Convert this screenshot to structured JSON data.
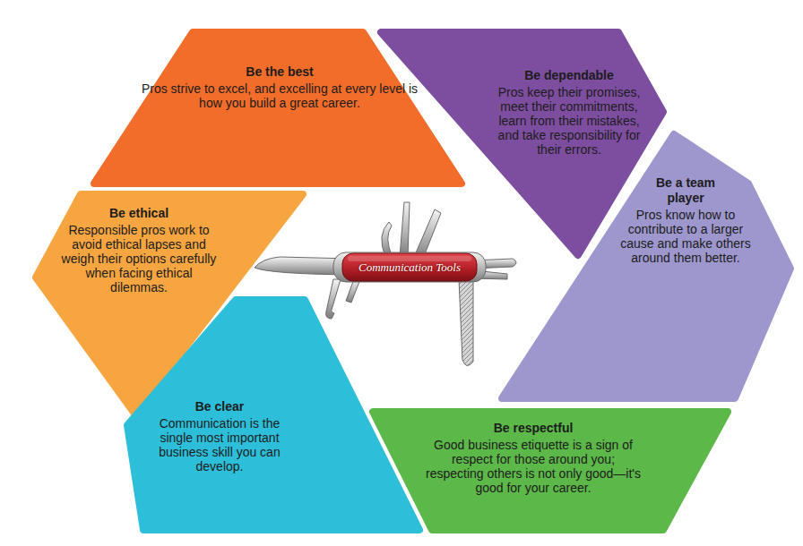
{
  "diagram": {
    "nodes": [
      {
        "text": [
          "Be the best",
          "Pros strive to excel, and excelling at every level is how you build a great career."
        ]
      },
      {
        "text": [
          "Be dependable",
          "Pros keep their promises, meet their commitments, learn from their mistakes, and take responsibility for their errors."
        ]
      },
      {
        "text": [
          "Be ethical",
          "Responsible pros work to avoid ethical lapses and weigh their options carefully when facing ethical dilemmas."
        ]
      },
      {
        "text": [
          "Be a team player",
          "Pros know how to contribute to a larger cause and make others around them better."
        ]
      },
      {
        "text": [
          "Be clear",
          "Communication is the single most important business skill you can develop."
        ]
      },
      {
        "text": [
          "Be respectful",
          "Good business etiquette is a sign of respect for those around you; respecting others is not only good—it's good for your career."
        ]
      }
    ],
    "labels": [
      "Communication Tools"
    ]
  }
}
